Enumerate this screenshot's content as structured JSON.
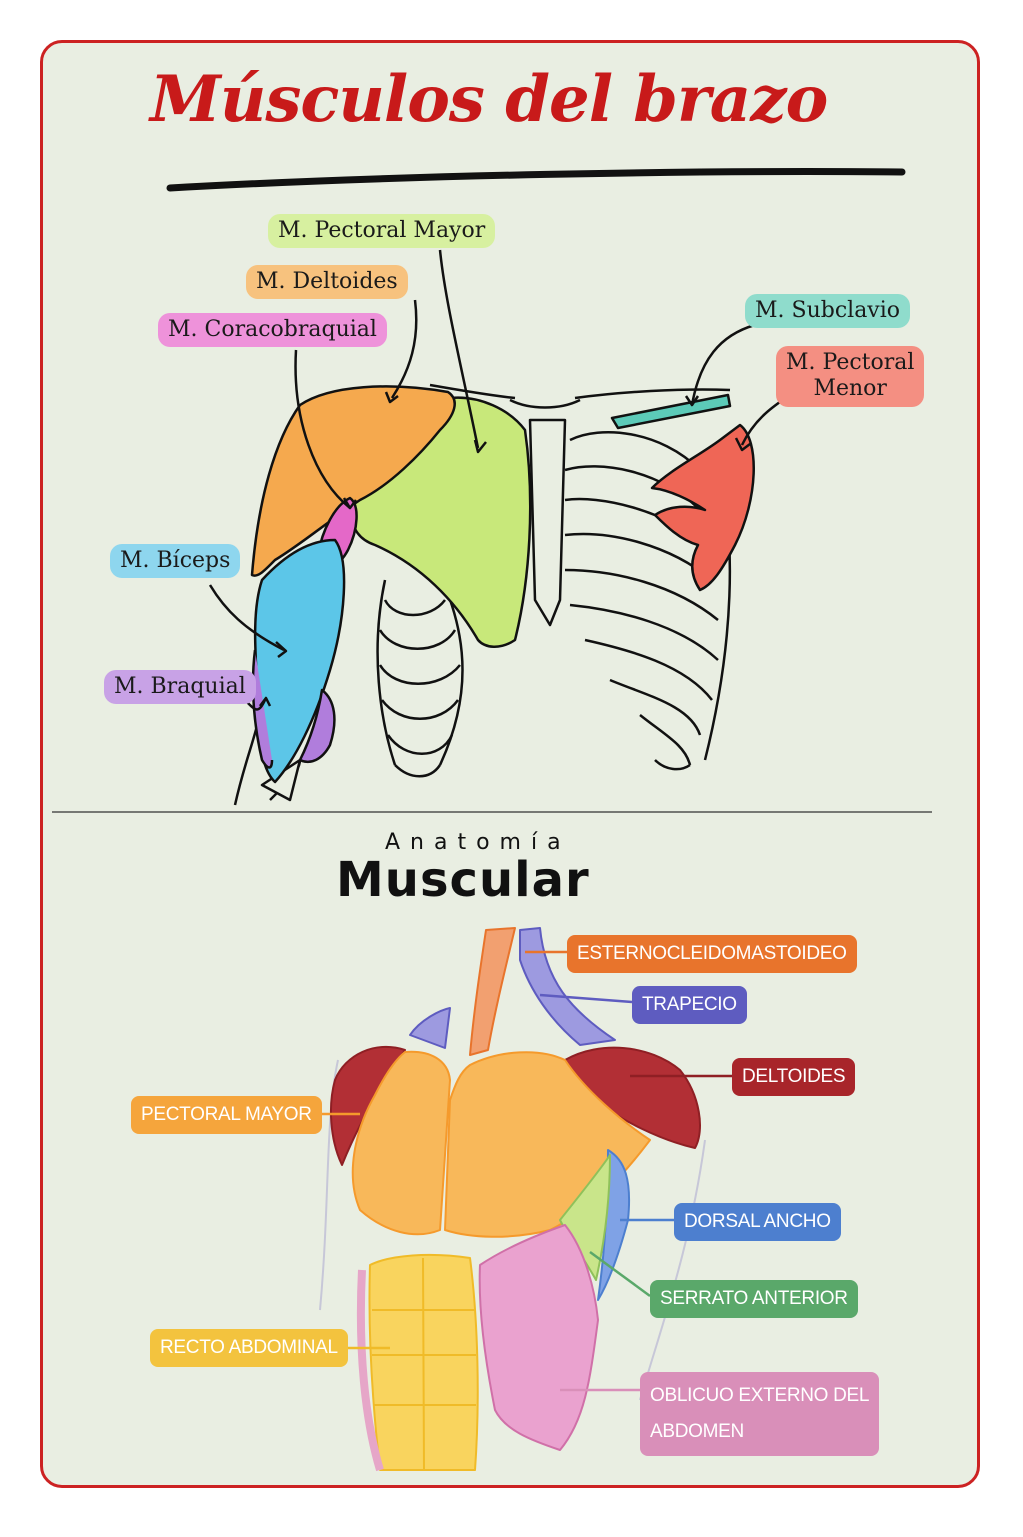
{
  "title": "Músculos del brazo",
  "upper_labels": {
    "pectoral_mayor": "M. Pectoral Mayor",
    "deltoides": "M. Deltoides",
    "coracobraquial": "M. Coracobraquial",
    "subclavio": "M. Subclavio",
    "pectoral_menor_line1": "M. Pectoral",
    "pectoral_menor_line2": "Menor",
    "biceps": "M. Bíceps",
    "braquial": "M. Braquial"
  },
  "section2": {
    "kicker": "Anatomía",
    "heading": "Muscular"
  },
  "lower_labels": {
    "esternocleidomastoideo": "ESTERNOCLEIDOMASTOIDEO",
    "trapecio": "TRAPECIO",
    "deltoides": "DELTOIDES",
    "pectoral_mayor": "PECTORAL MAYOR",
    "dorsal_ancho": "DORSAL ANCHO",
    "serrato_anterior": "SERRATO ANTERIOR",
    "recto_abdominal": "RECTO ABDOMINAL",
    "oblicuo_line1": "OBLICUO EXTERNO DEL",
    "oblicuo_line2": "ABDOMEN"
  },
  "colors": {
    "border": "#cc2222",
    "title": "#c81a1a",
    "background": "#e9eee2",
    "pectoral_mayor": "#c8e87a",
    "deltoides": "#f5a94e",
    "coracobraquial": "#e468c8",
    "biceps": "#5cc6e8",
    "braquial": "#b07ddc",
    "subclavio": "#5ccab8",
    "pectoral_menor": "#ef6656",
    "esternocleidomastoideo": "#e8742c",
    "trapecio": "#5e5cc0",
    "deltoides_lower": "#a8252a",
    "pectoral_mayor_lower": "#f5a53c",
    "dorsal_ancho": "#4d7fcf",
    "serrato_anterior": "#5aa86a",
    "recto_abdominal": "#f3c33e",
    "oblicuo": "#d98fb9"
  }
}
